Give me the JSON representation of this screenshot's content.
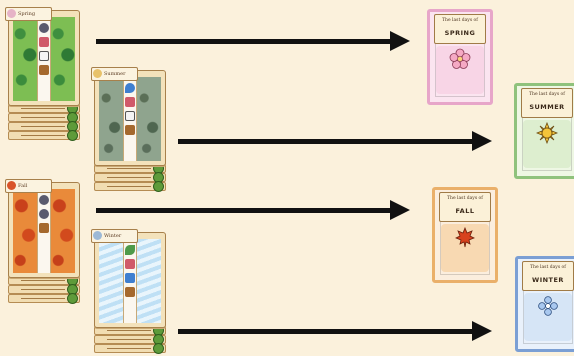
{
  "heading": "",
  "colors": {
    "background": "#fbf1dc",
    "arrow": "#111111",
    "spring": "#e895c0",
    "summer": "#7fb86a",
    "fall": "#e8a44a",
    "winter": "#6b8fc9"
  },
  "season_decks": [
    {
      "name": "Spring",
      "icons": [
        "coin-icon",
        "gift-icon",
        "question-icon",
        "chest-icon"
      ],
      "badge_color": "#e6b3c7"
    },
    {
      "name": "Summer",
      "icons": [
        "water-icon",
        "gift-icon",
        "question-icon",
        "chest-icon"
      ],
      "badge_color": "#e8c26a"
    },
    {
      "name": "Fall",
      "icons": [
        "coin-icon",
        "coin-icon",
        "chest-icon"
      ],
      "badge_color": "#d9542b"
    },
    {
      "name": "Winter",
      "icons": [
        "leaf-icon",
        "gift-icon",
        "water-icon",
        "chest-icon"
      ],
      "badge_color": "#9db9d6"
    }
  ],
  "last_days_cards": [
    {
      "banner": "The last days of",
      "season": "SPRING",
      "symbol": "flower-icon"
    },
    {
      "banner": "The last days of",
      "season": "SUMMER",
      "symbol": "sun-icon"
    },
    {
      "banner": "The last days of",
      "season": "FALL",
      "symbol": "maple-leaf-icon"
    },
    {
      "banner": "The last days of",
      "season": "WINTER",
      "symbol": "snowflake-icon"
    }
  ]
}
